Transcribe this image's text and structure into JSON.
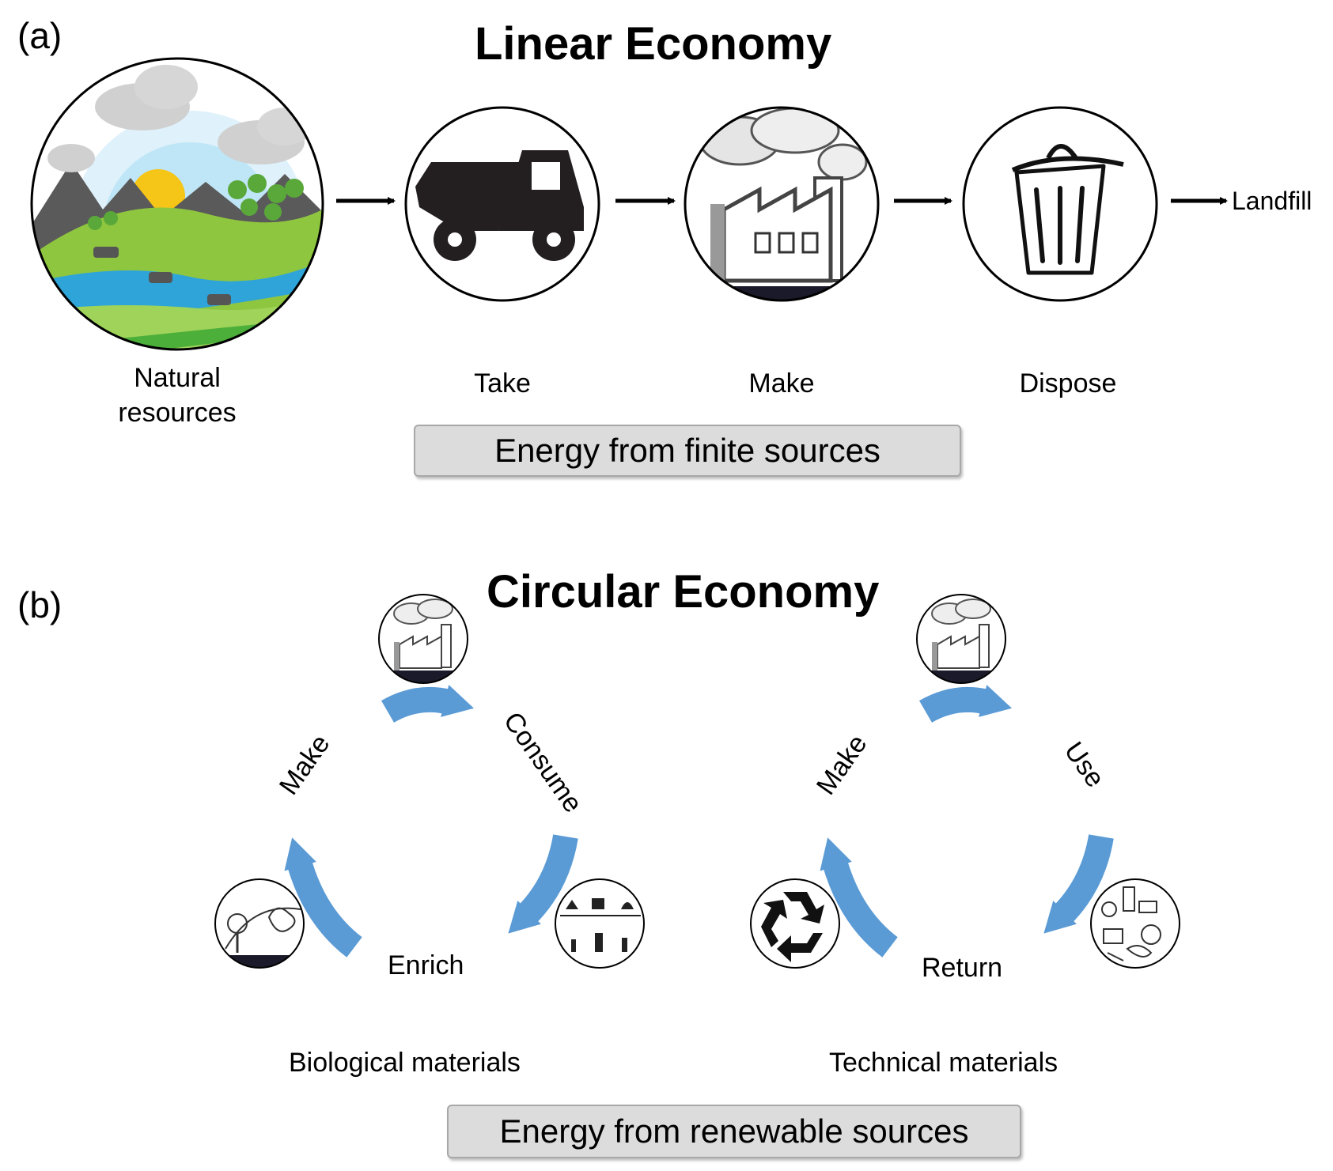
{
  "panel_a": {
    "label": "(a)",
    "title": "Linear Economy",
    "stages": [
      {
        "label_line1": "Natural",
        "label_line2": "resources",
        "icon": "landscape-icon"
      },
      {
        "label": "Take",
        "icon": "dump-truck-icon"
      },
      {
        "label": "Make",
        "icon": "factory-icon"
      },
      {
        "label": "Dispose",
        "icon": "trash-can-icon"
      }
    ],
    "end_label": "Landfill",
    "energy": "Energy from finite sources"
  },
  "panel_b": {
    "label": "(b)",
    "title": "Circular Economy",
    "biological": {
      "name": "Biological materials",
      "make": "Make",
      "consume": "Consume",
      "enrich": "Enrich"
    },
    "technical": {
      "name": "Technical materials",
      "make": "Make",
      "use": "Use",
      "return": "Return"
    },
    "energy": "Energy from renewable sources"
  },
  "colors": {
    "cycle_arrow": "#5b9bd5",
    "sun": "#f5c518",
    "grass": "#8ec63f",
    "river": "#2fa4d8",
    "box_fill": "#dcdcdc"
  }
}
